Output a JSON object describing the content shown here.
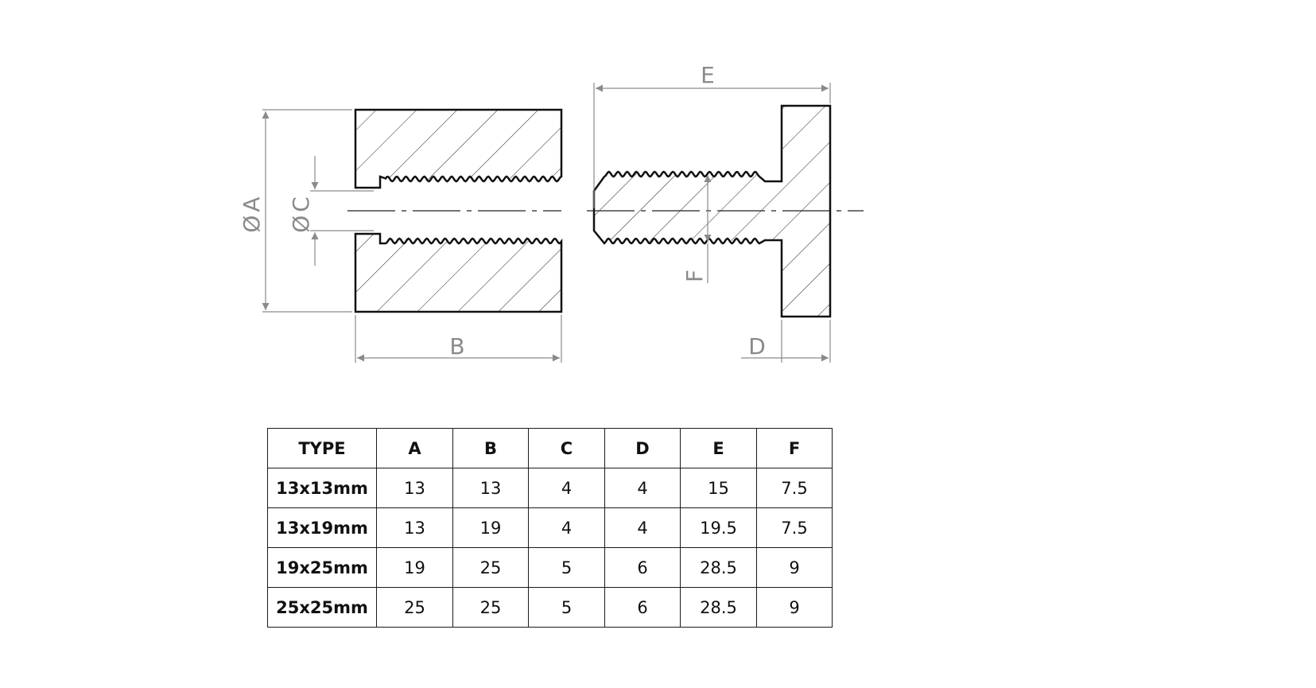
{
  "dimension_labels": {
    "A": "A",
    "B": "B",
    "C": "C",
    "D": "D",
    "E": "E",
    "F": "F",
    "diameter_symbol": "Ø"
  },
  "table": {
    "headers": [
      "TYPE",
      "A",
      "B",
      "C",
      "D",
      "E",
      "F"
    ],
    "rows": [
      [
        "13x13mm",
        "13",
        "13",
        "4",
        "4",
        "15",
        "7.5"
      ],
      [
        "13x19mm",
        "13",
        "19",
        "4",
        "4",
        "19.5",
        "7.5"
      ],
      [
        "19x25mm",
        "19",
        "25",
        "5",
        "6",
        "28.5",
        "9"
      ],
      [
        "25x25mm",
        "25",
        "25",
        "5",
        "6",
        "28.5",
        "9"
      ]
    ]
  }
}
